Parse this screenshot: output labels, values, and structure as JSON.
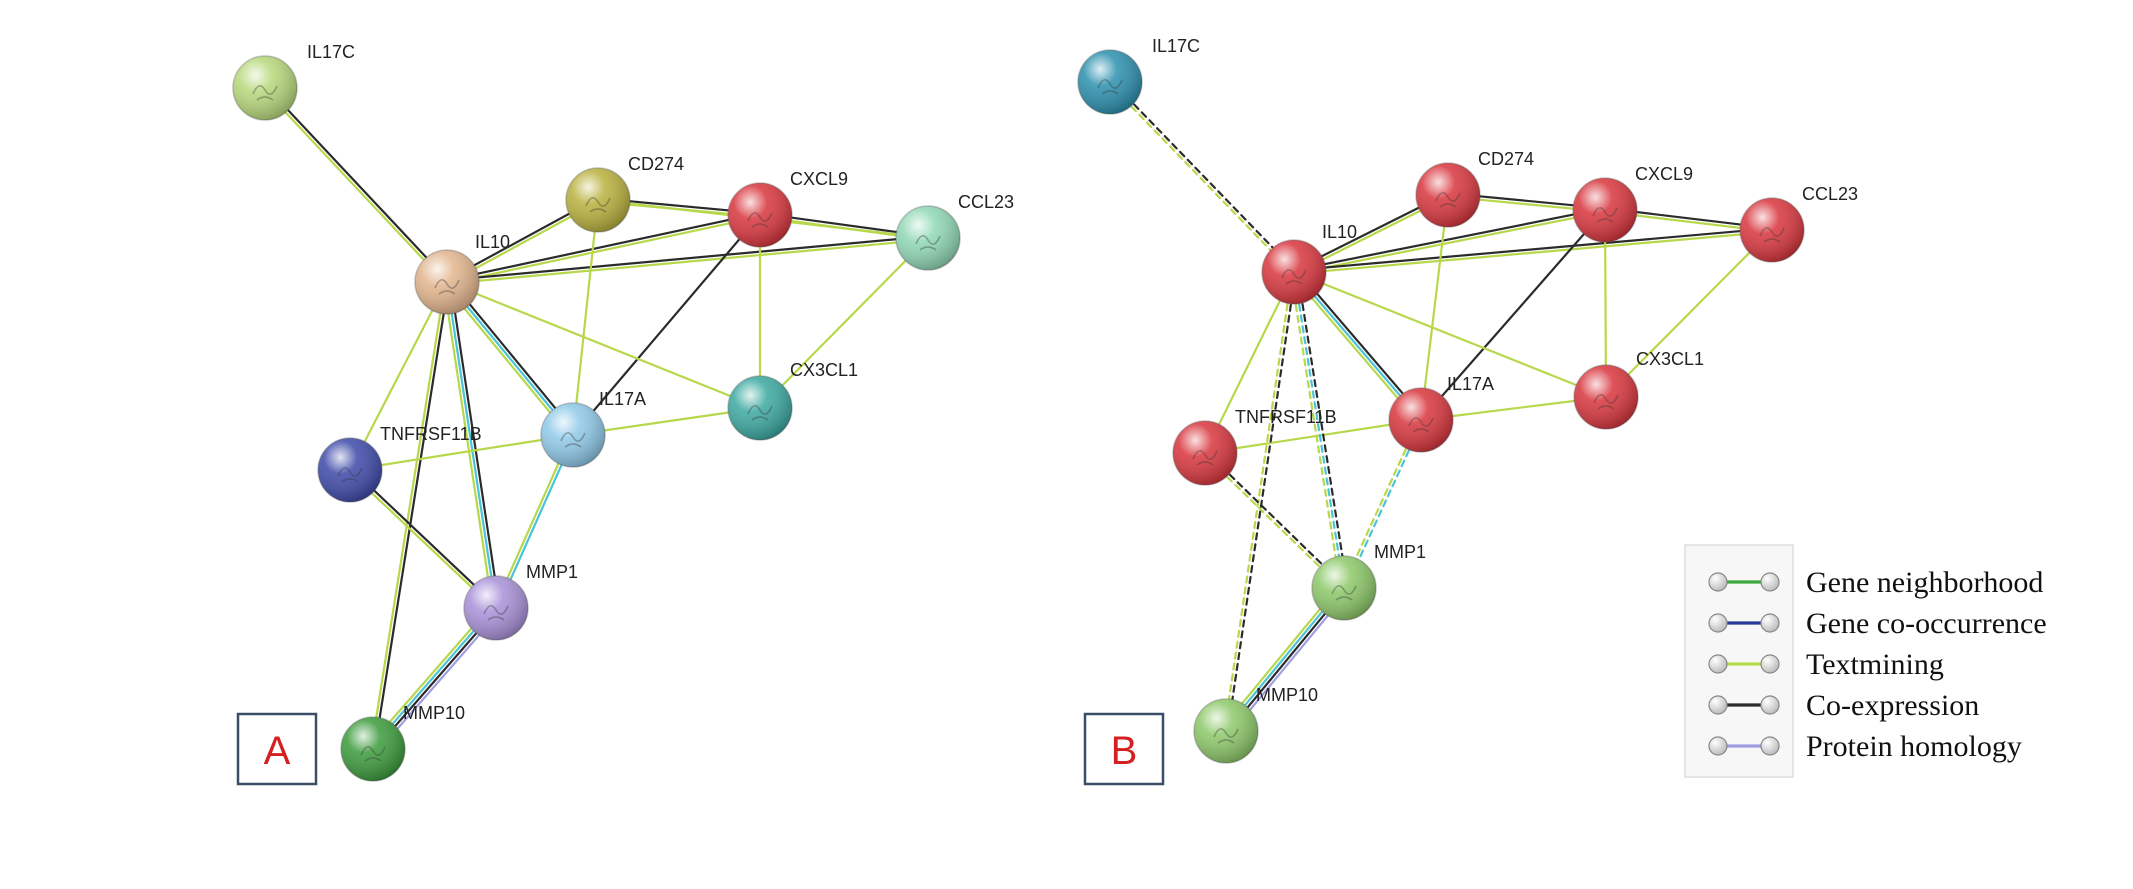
{
  "colors": {
    "gene_neighborhood": "#3aa83a",
    "gene_cooccurrence": "#2a3a9a",
    "textmining": "#b6d84a",
    "coexpression": "#2b2b2b",
    "protein_homology": "#9e9ee0",
    "curated_database": "#4ac2d8",
    "experimental": "#1f8fb0",
    "panel_letter": "#d42020",
    "panel_box_border": "#3a4e68",
    "cluster_red": "#d8343c",
    "cluster_green": "#8cc868",
    "cluster_cyan": "#2a8fae"
  },
  "panels": [
    {
      "letter": "A",
      "nodes": [
        {
          "id": "IL17C",
          "label": "IL17C",
          "color": "#b6d87a"
        },
        {
          "id": "CD274",
          "label": "CD274",
          "color": "#b8b03c"
        },
        {
          "id": "CXCL9",
          "label": "CXCL9",
          "color": "#d8343c"
        },
        {
          "id": "CCL23",
          "label": "CCL23",
          "color": "#8fd8b4"
        },
        {
          "id": "IL10",
          "label": "IL10",
          "color": "#e2b48c"
        },
        {
          "id": "CX3CL1",
          "label": "CX3CL1",
          "color": "#3aa8a0"
        },
        {
          "id": "IL17A",
          "label": "IL17A",
          "color": "#8ec8e8"
        },
        {
          "id": "TNFRSF11B",
          "label": "TNFRSF11B",
          "color": "#3c48a8"
        },
        {
          "id": "MMP1",
          "label": "MMP1",
          "color": "#a890d8"
        },
        {
          "id": "MMP10",
          "label": "MMP10",
          "color": "#3a9a3a"
        }
      ],
      "edges": [
        {
          "source": "IL17C",
          "target": "IL10",
          "types": [
            "coexpression",
            "textmining"
          ],
          "dashed": false
        },
        {
          "source": "IL10",
          "target": "CD274",
          "types": [
            "coexpression",
            "textmining"
          ],
          "dashed": false
        },
        {
          "source": "IL10",
          "target": "CXCL9",
          "types": [
            "coexpression",
            "textmining"
          ],
          "dashed": false
        },
        {
          "source": "IL10",
          "target": "CCL23",
          "types": [
            "coexpression",
            "textmining"
          ],
          "dashed": false
        },
        {
          "source": "CD274",
          "target": "CXCL9",
          "types": [
            "coexpression",
            "textmining"
          ],
          "dashed": false
        },
        {
          "source": "CD274",
          "target": "CCL23",
          "types": [
            "textmining"
          ],
          "dashed": false
        },
        {
          "source": "CXCL9",
          "target": "CCL23",
          "types": [
            "coexpression",
            "textmining"
          ],
          "dashed": false
        },
        {
          "source": "CD274",
          "target": "IL17A",
          "types": [
            "textmining"
          ],
          "dashed": false
        },
        {
          "source": "CXCL9",
          "target": "IL17A",
          "types": [
            "coexpression"
          ],
          "dashed": false
        },
        {
          "source": "CXCL9",
          "target": "CX3CL1",
          "types": [
            "textmining"
          ],
          "dashed": false
        },
        {
          "source": "CCL23",
          "target": "CX3CL1",
          "types": [
            "textmining"
          ],
          "dashed": false
        },
        {
          "source": "IL10",
          "target": "CX3CL1",
          "types": [
            "textmining"
          ],
          "dashed": false
        },
        {
          "source": "IL10",
          "target": "IL17A",
          "types": [
            "coexpression",
            "curated_database",
            "textmining"
          ],
          "dashed": false
        },
        {
          "source": "IL10",
          "target": "TNFRSF11B",
          "types": [
            "textmining"
          ],
          "dashed": false
        },
        {
          "source": "IL10",
          "target": "MMP1",
          "types": [
            "coexpression",
            "curated_database",
            "textmining"
          ],
          "dashed": false
        },
        {
          "source": "IL10",
          "target": "MMP10",
          "types": [
            "coexpression",
            "textmining"
          ],
          "dashed": false
        },
        {
          "source": "IL17A",
          "target": "CX3CL1",
          "types": [
            "textmining"
          ],
          "dashed": false
        },
        {
          "source": "TNFRSF11B",
          "target": "IL17A",
          "types": [
            "textmining"
          ],
          "dashed": false
        },
        {
          "source": "TNFRSF11B",
          "target": "MMP1",
          "types": [
            "coexpression",
            "textmining"
          ],
          "dashed": false
        },
        {
          "source": "IL17A",
          "target": "MMP1",
          "types": [
            "curated_database",
            "textmining"
          ],
          "dashed": false
        },
        {
          "source": "MMP1",
          "target": "MMP10",
          "types": [
            "protein_homology",
            "coexpression",
            "curated_database",
            "textmining"
          ],
          "dashed": false
        }
      ]
    },
    {
      "letter": "B",
      "nodes": [
        {
          "id": "IL17C",
          "label": "IL17C",
          "color": "#2a8fae"
        },
        {
          "id": "CD274",
          "label": "CD274",
          "color": "#d8343c"
        },
        {
          "id": "CXCL9",
          "label": "CXCL9",
          "color": "#d8343c"
        },
        {
          "id": "CCL23",
          "label": "CCL23",
          "color": "#d8343c"
        },
        {
          "id": "IL10",
          "label": "IL10",
          "color": "#d8343c"
        },
        {
          "id": "CX3CL1",
          "label": "CX3CL1",
          "color": "#d8343c"
        },
        {
          "id": "IL17A",
          "label": "IL17A",
          "color": "#d8343c"
        },
        {
          "id": "TNFRSF11B",
          "label": "TNFRSF11B",
          "color": "#d8343c"
        },
        {
          "id": "MMP1",
          "label": "MMP1",
          "color": "#8cc868"
        },
        {
          "id": "MMP10",
          "label": "MMP10",
          "color": "#8cc868"
        }
      ],
      "edges": [
        {
          "source": "IL17C",
          "target": "IL10",
          "types": [
            "coexpression",
            "textmining"
          ],
          "dashed": true
        },
        {
          "source": "IL10",
          "target": "CD274",
          "types": [
            "coexpression",
            "textmining"
          ],
          "dashed": false
        },
        {
          "source": "IL10",
          "target": "CXCL9",
          "types": [
            "coexpression",
            "textmining"
          ],
          "dashed": false
        },
        {
          "source": "IL10",
          "target": "CCL23",
          "types": [
            "coexpression",
            "textmining"
          ],
          "dashed": false
        },
        {
          "source": "CD274",
          "target": "CXCL9",
          "types": [
            "coexpression",
            "textmining"
          ],
          "dashed": false
        },
        {
          "source": "CXCL9",
          "target": "CCL23",
          "types": [
            "coexpression",
            "textmining"
          ],
          "dashed": false
        },
        {
          "source": "CD274",
          "target": "IL17A",
          "types": [
            "textmining"
          ],
          "dashed": false
        },
        {
          "source": "CXCL9",
          "target": "IL17A",
          "types": [
            "coexpression"
          ],
          "dashed": false
        },
        {
          "source": "CXCL9",
          "target": "CX3CL1",
          "types": [
            "textmining"
          ],
          "dashed": false
        },
        {
          "source": "CCL23",
          "target": "CX3CL1",
          "types": [
            "textmining"
          ],
          "dashed": false
        },
        {
          "source": "IL10",
          "target": "CX3CL1",
          "types": [
            "textmining"
          ],
          "dashed": false
        },
        {
          "source": "IL10",
          "target": "IL17A",
          "types": [
            "coexpression",
            "curated_database",
            "textmining"
          ],
          "dashed": false
        },
        {
          "source": "IL10",
          "target": "TNFRSF11B",
          "types": [
            "textmining"
          ],
          "dashed": false
        },
        {
          "source": "IL17A",
          "target": "CX3CL1",
          "types": [
            "textmining"
          ],
          "dashed": false
        },
        {
          "source": "TNFRSF11B",
          "target": "IL17A",
          "types": [
            "textmining"
          ],
          "dashed": false
        },
        {
          "source": "IL10",
          "target": "MMP1",
          "types": [
            "coexpression",
            "curated_database",
            "textmining"
          ],
          "dashed": true
        },
        {
          "source": "IL10",
          "target": "MMP10",
          "types": [
            "coexpression",
            "textmining"
          ],
          "dashed": true
        },
        {
          "source": "IL17A",
          "target": "MMP1",
          "types": [
            "curated_database",
            "textmining"
          ],
          "dashed": true
        },
        {
          "source": "TNFRSF11B",
          "target": "MMP1",
          "types": [
            "coexpression",
            "textmining"
          ],
          "dashed": true
        },
        {
          "source": "MMP1",
          "target": "MMP10",
          "types": [
            "protein_homology",
            "coexpression",
            "curated_database",
            "textmining"
          ],
          "dashed": false
        }
      ]
    }
  ],
  "legend": {
    "items": [
      {
        "key": "gene_neighborhood",
        "label": "Gene neighborhood",
        "color": "#3aa83a"
      },
      {
        "key": "gene_cooccurrence",
        "label": "Gene co-occurrence",
        "color": "#2a3a9a"
      },
      {
        "key": "textmining",
        "label": "Textmining",
        "color": "#b6d84a"
      },
      {
        "key": "coexpression",
        "label": "Co-expression",
        "color": "#2b2b2b"
      },
      {
        "key": "protein_homology",
        "label": "Protein homology",
        "color": "#9e9ee0"
      }
    ]
  }
}
